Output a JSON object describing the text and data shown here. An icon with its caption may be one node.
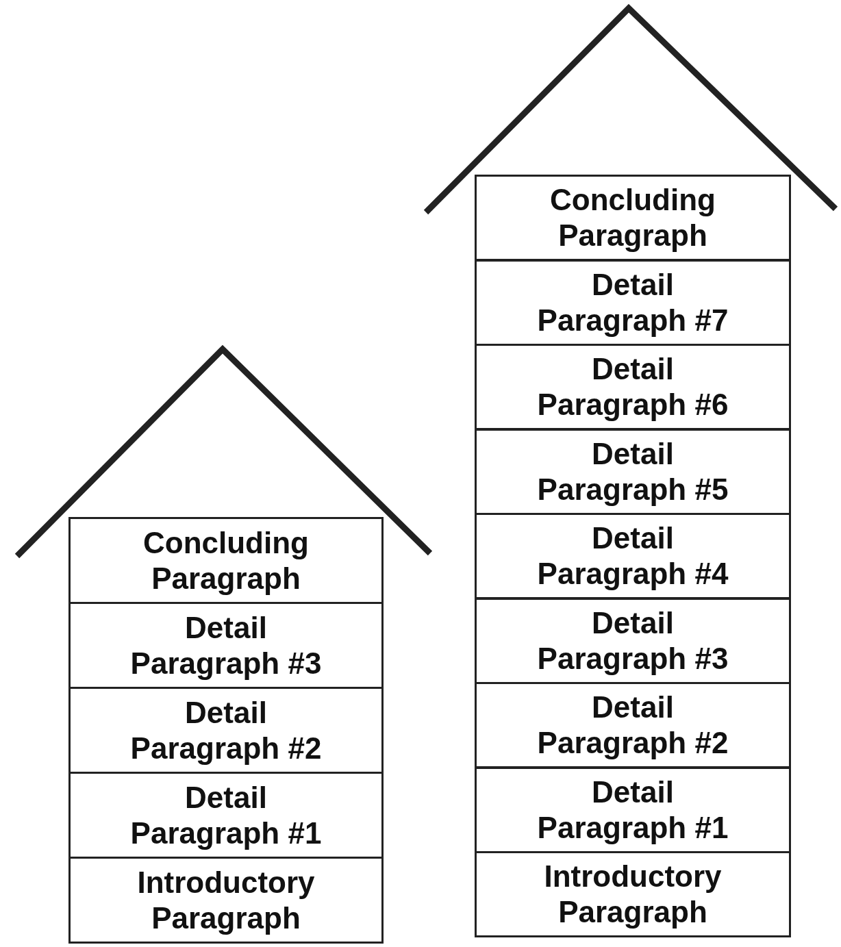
{
  "diagram": {
    "nodes": [
      {
        "text": [
          "Concluding Paragraph"
        ]
      },
      {
        "text": [
          "Detail Paragraph #3"
        ]
      },
      {
        "text": [
          "Detail Paragraph #2"
        ]
      },
      {
        "text": [
          "Detail Paragraph #1"
        ]
      },
      {
        "text": [
          "Introductory Paragraph"
        ]
      },
      {
        "text": [
          "Concluding Paragraph"
        ]
      },
      {
        "text": [
          "Detail Paragraph #7"
        ]
      },
      {
        "text": [
          "Detail Paragraph #6"
        ]
      },
      {
        "text": [
          "Detail Paragraph #5"
        ]
      },
      {
        "text": [
          "Detail Paragraph #4"
        ]
      },
      {
        "text": [
          "Detail Paragraph #3"
        ]
      },
      {
        "text": [
          "Detail Paragraph #2"
        ]
      },
      {
        "text": [
          "Detail Paragraph #1"
        ]
      },
      {
        "text": [
          "Introductory Paragraph"
        ]
      }
    ],
    "edges": []
  }
}
